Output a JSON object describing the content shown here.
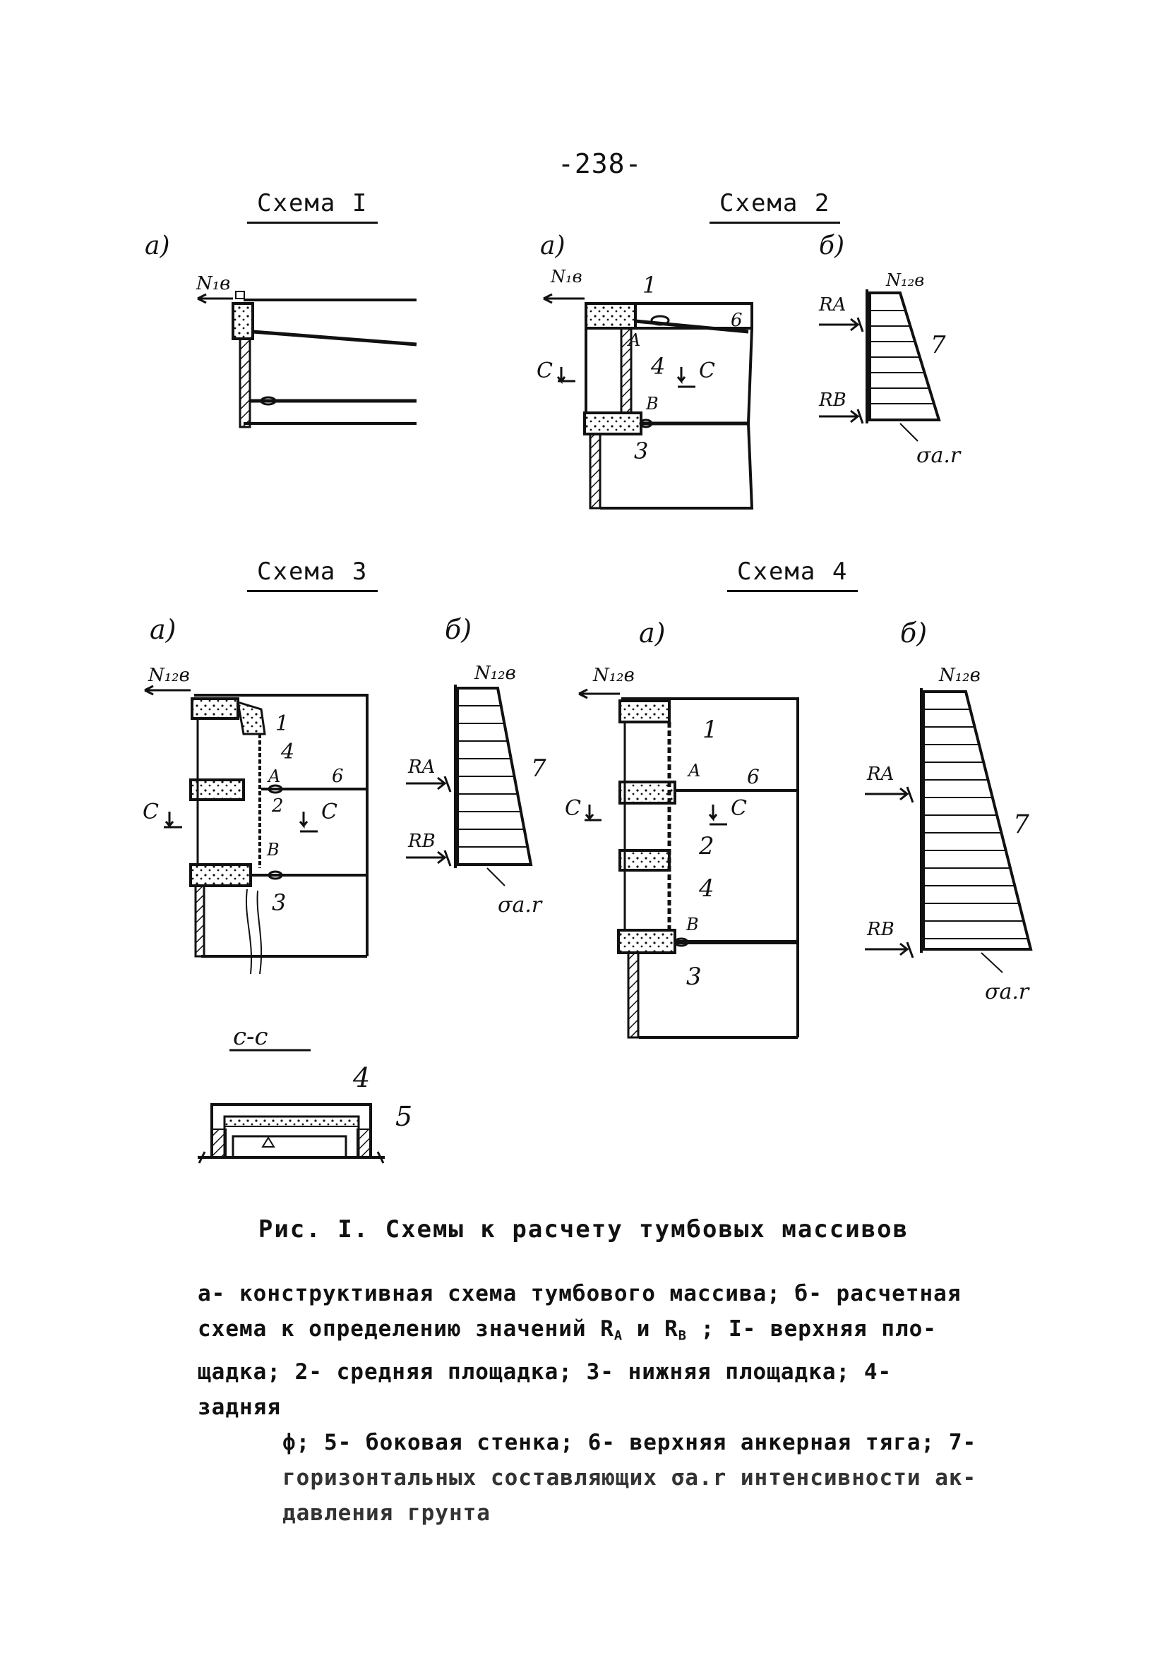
{
  "page_number": "-238-",
  "schemes": {
    "s1": {
      "title": "Схема I",
      "a": "а)",
      "force": "N₁в"
    },
    "s2": {
      "title": "Схема 2",
      "a": "а)",
      "b": "б)",
      "force_a": "N₁в",
      "force_b": "N₁₂в",
      "labels": {
        "n1": "1",
        "n3": "3",
        "n4": "4",
        "n6": "6",
        "n7": "7",
        "A": "A",
        "B": "B",
        "c1": "C",
        "c2": "C",
        "RA": "RA",
        "RB": "RB",
        "sigma": "σa.r"
      }
    },
    "s3": {
      "title": "Схема 3",
      "a": "а)",
      "b": "б)",
      "force_a": "N₁₂в",
      "force_b": "N₁₂в",
      "labels": {
        "n1": "1",
        "n2": "2",
        "n3": "3",
        "n4": "4",
        "n6": "6",
        "n7": "7",
        "A": "A",
        "B": "B",
        "c1": "C",
        "c2": "C",
        "RA": "RA",
        "RB": "RB",
        "sigma": "σa.r"
      }
    },
    "s4": {
      "title": "Схема 4",
      "a": "а)",
      "b": "б)",
      "force_a": "N₁₂в",
      "force_b": "N₁₂в",
      "labels": {
        "n1": "1",
        "n2": "2",
        "n3": "3",
        "n4": "4",
        "n6": "6",
        "n7": "7",
        "A": "A",
        "B": "B",
        "c1": "C",
        "c2": "C",
        "RA": "RA",
        "RB": "RB",
        "sigma": "σa.r"
      }
    },
    "section": {
      "title": "с-с",
      "n4": "4",
      "n5": "5"
    }
  },
  "caption": "Рис. I. Схемы к расчету тумбовых массивов",
  "legend": {
    "line1": "а- конструктивная схема тумбового массива; б- расчетная",
    "line2_pre": "схема к определению значений R",
    "line2_sub_a": "A",
    "line2_mid": " и R",
    "line2_sub_b": "B",
    "line2_post": " ; I- верхняя пло-",
    "line3": "щадка; 2- средняя площадка; 3- нижняя площадка; 4- задняя",
    "line4": "ф; 5- боковая стенка; 6- верхняя анкерная тяга; 7-",
    "line5": "горизонтальных составляющих σa.r интенсивности ак-",
    "line6": "давления грунта"
  }
}
